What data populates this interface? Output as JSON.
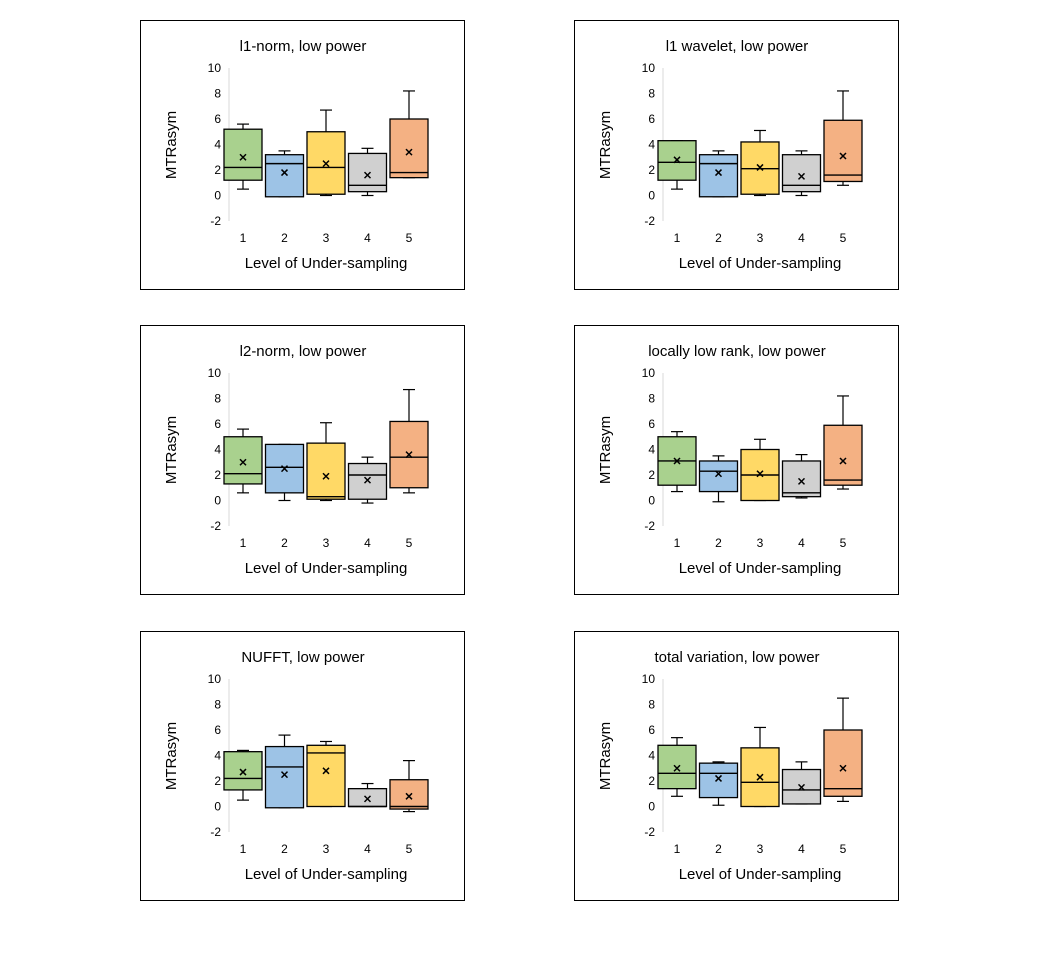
{
  "colors": [
    "#a9d18e",
    "#9dc3e6",
    "#ffd966",
    "#d0d0d0",
    "#f4b183"
  ],
  "chart_data": [
    {
      "type": "box",
      "title": "l1-norm, low power",
      "xlabel": "Level of Under-sampling",
      "ylabel": "MTRasym",
      "ylim": [
        -2,
        10
      ],
      "yticks": [
        "-2",
        "0",
        "2",
        "4",
        "6",
        "8",
        "10"
      ],
      "categories": [
        "1",
        "2",
        "3",
        "4",
        "5"
      ],
      "boxes": [
        {
          "min": 0.5,
          "q1": 1.2,
          "median": 2.2,
          "q3": 5.2,
          "max": 5.6,
          "mean": 3.0
        },
        {
          "min": -0.1,
          "q1": -0.1,
          "median": 2.5,
          "q3": 3.2,
          "max": 3.5,
          "mean": 1.8
        },
        {
          "min": 0.0,
          "q1": 0.1,
          "median": 2.2,
          "q3": 5.0,
          "max": 6.7,
          "mean": 2.5
        },
        {
          "min": 0.0,
          "q1": 0.3,
          "median": 0.8,
          "q3": 3.3,
          "max": 3.7,
          "mean": 1.6
        },
        {
          "min": 1.4,
          "q1": 1.4,
          "median": 1.8,
          "q3": 6.0,
          "max": 8.2,
          "mean": 3.4
        }
      ]
    },
    {
      "type": "box",
      "title": "l1 wavelet, low power",
      "xlabel": "Level of Under-sampling",
      "ylabel": "MTRasym",
      "ylim": [
        -2,
        10
      ],
      "yticks": [
        "-2",
        "0",
        "2",
        "4",
        "6",
        "8",
        "10"
      ],
      "categories": [
        "1",
        "2",
        "3",
        "4",
        "5"
      ],
      "boxes": [
        {
          "min": 0.5,
          "q1": 1.2,
          "median": 2.6,
          "q3": 4.3,
          "max": 4.3,
          "mean": 2.8
        },
        {
          "min": -0.1,
          "q1": -0.1,
          "median": 2.5,
          "q3": 3.2,
          "max": 3.5,
          "mean": 1.8
        },
        {
          "min": 0.0,
          "q1": 0.1,
          "median": 2.1,
          "q3": 4.2,
          "max": 5.1,
          "mean": 2.2
        },
        {
          "min": 0.0,
          "q1": 0.3,
          "median": 0.8,
          "q3": 3.2,
          "max": 3.5,
          "mean": 1.5
        },
        {
          "min": 0.8,
          "q1": 1.1,
          "median": 1.6,
          "q3": 5.9,
          "max": 8.2,
          "mean": 3.1
        }
      ]
    },
    {
      "type": "box",
      "title": "l2-norm, low power",
      "xlabel": "Level of Under-sampling",
      "ylabel": "MTRasym",
      "ylim": [
        -2,
        10
      ],
      "yticks": [
        "-2",
        "0",
        "2",
        "4",
        "6",
        "8",
        "10"
      ],
      "categories": [
        "1",
        "2",
        "3",
        "4",
        "5"
      ],
      "boxes": [
        {
          "min": 0.6,
          "q1": 1.3,
          "median": 2.1,
          "q3": 5.0,
          "max": 5.6,
          "mean": 3.0
        },
        {
          "min": 0.0,
          "q1": 0.6,
          "median": 2.6,
          "q3": 4.4,
          "max": 4.4,
          "mean": 2.5
        },
        {
          "min": 0.0,
          "q1": 0.1,
          "median": 0.3,
          "q3": 4.5,
          "max": 6.1,
          "mean": 1.9
        },
        {
          "min": -0.2,
          "q1": 0.1,
          "median": 2.0,
          "q3": 2.9,
          "max": 3.4,
          "mean": 1.6
        },
        {
          "min": 0.6,
          "q1": 1.0,
          "median": 3.4,
          "q3": 6.2,
          "max": 8.7,
          "mean": 3.6
        }
      ]
    },
    {
      "type": "box",
      "title": "locally low rank, low power",
      "xlabel": "Level of Under-sampling",
      "ylabel": "MTRasym",
      "ylim": [
        -2,
        10
      ],
      "yticks": [
        "-2",
        "0",
        "2",
        "4",
        "6",
        "8",
        "10"
      ],
      "categories": [
        "1",
        "2",
        "3",
        "4",
        "5"
      ],
      "boxes": [
        {
          "min": 0.7,
          "q1": 1.2,
          "median": 3.1,
          "q3": 5.0,
          "max": 5.4,
          "mean": 3.1
        },
        {
          "min": -0.1,
          "q1": 0.7,
          "median": 2.3,
          "q3": 3.1,
          "max": 3.5,
          "mean": 2.1
        },
        {
          "min": 0.0,
          "q1": 0.0,
          "median": 2.0,
          "q3": 4.0,
          "max": 4.8,
          "mean": 2.1
        },
        {
          "min": 0.2,
          "q1": 0.3,
          "median": 0.6,
          "q3": 3.1,
          "max": 3.6,
          "mean": 1.5
        },
        {
          "min": 0.9,
          "q1": 1.2,
          "median": 1.6,
          "q3": 5.9,
          "max": 8.2,
          "mean": 3.1
        }
      ]
    },
    {
      "type": "box",
      "title": "NUFFT, low power",
      "xlabel": "Level of Under-sampling",
      "ylabel": "MTRasym",
      "ylim": [
        -2,
        10
      ],
      "yticks": [
        "-2",
        "0",
        "2",
        "4",
        "6",
        "8",
        "10"
      ],
      "categories": [
        "1",
        "2",
        "3",
        "4",
        "5"
      ],
      "boxes": [
        {
          "min": 0.5,
          "q1": 1.3,
          "median": 2.2,
          "q3": 4.3,
          "max": 4.4,
          "mean": 2.7
        },
        {
          "min": -0.1,
          "q1": -0.1,
          "median": 3.1,
          "q3": 4.7,
          "max": 5.6,
          "mean": 2.5
        },
        {
          "min": 0.0,
          "q1": 0.0,
          "median": 4.2,
          "q3": 4.8,
          "max": 5.1,
          "mean": 2.8
        },
        {
          "min": 0.0,
          "q1": 0.0,
          "median": 0.0,
          "q3": 1.4,
          "max": 1.8,
          "mean": 0.6
        },
        {
          "min": -0.4,
          "q1": -0.2,
          "median": 0.0,
          "q3": 2.1,
          "max": 3.6,
          "mean": 0.8
        }
      ]
    },
    {
      "type": "box",
      "title": "total variation, low power",
      "xlabel": "Level of Under-sampling",
      "ylabel": "MTRasym",
      "ylim": [
        -2,
        10
      ],
      "yticks": [
        "-2",
        "0",
        "2",
        "4",
        "6",
        "8",
        "10"
      ],
      "categories": [
        "1",
        "2",
        "3",
        "4",
        "5"
      ],
      "boxes": [
        {
          "min": 0.8,
          "q1": 1.4,
          "median": 2.6,
          "q3": 4.8,
          "max": 5.4,
          "mean": 3.0
        },
        {
          "min": 0.1,
          "q1": 0.7,
          "median": 2.6,
          "q3": 3.4,
          "max": 3.5,
          "mean": 2.2
        },
        {
          "min": 0.0,
          "q1": 0.0,
          "median": 1.9,
          "q3": 4.6,
          "max": 6.2,
          "mean": 2.3
        },
        {
          "min": 0.2,
          "q1": 0.2,
          "median": 1.3,
          "q3": 2.9,
          "max": 3.5,
          "mean": 1.5
        },
        {
          "min": 0.4,
          "q1": 0.8,
          "median": 1.4,
          "q3": 6.0,
          "max": 8.5,
          "mean": 3.0
        }
      ]
    }
  ]
}
